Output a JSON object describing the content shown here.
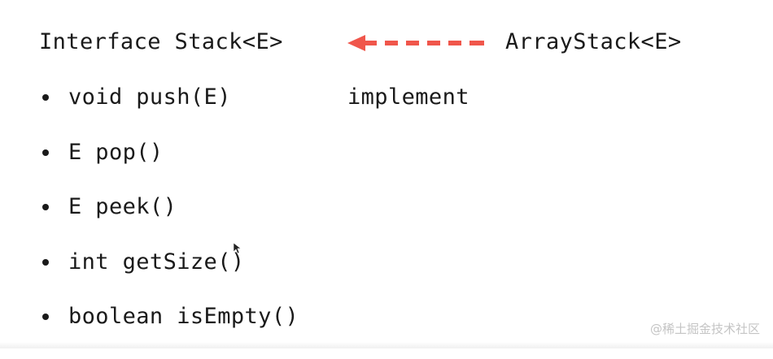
{
  "diagram": {
    "interface_title": "Interface Stack<E>",
    "implementing_class": "ArrayStack<E>",
    "relation_label": "implement",
    "arrow_color": "#f0564b",
    "arrow_direction": "left",
    "methods": [
      "void push(E)",
      "E pop()",
      "E peek()",
      "int getSize()",
      "boolean isEmpty()"
    ]
  },
  "watermark": "@稀土掘金技术社区",
  "icons": {
    "cursor": "mouse-pointer-icon",
    "arrow": "dashed-arrow-icon"
  }
}
